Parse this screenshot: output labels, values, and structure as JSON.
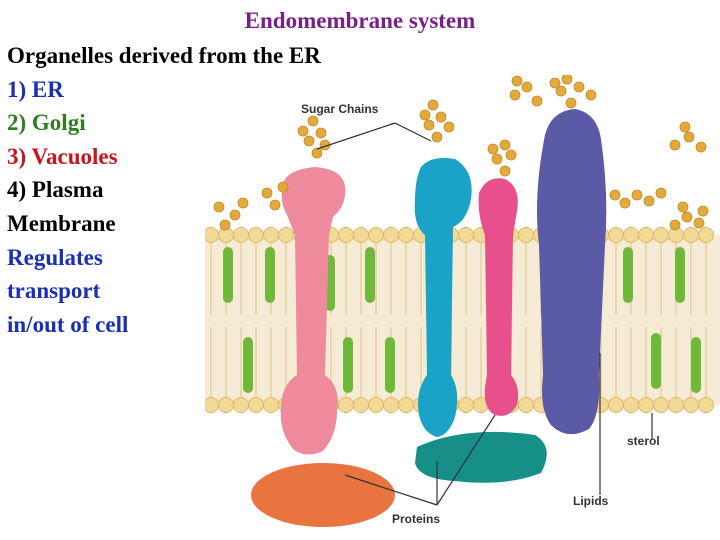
{
  "slide": {
    "title": "Endomembrane system",
    "heading": "Organelles derived from the ER",
    "list": [
      {
        "text": "1) ER",
        "color": "#1a2fb8"
      },
      {
        "text": "2) Golgi",
        "color": "#2e7d1e"
      },
      {
        "text": "3) Vacuoles",
        "color": "#c8141e"
      },
      {
        "text": "4) Plasma",
        "color": "#000000"
      },
      {
        "text": "Membrane",
        "color": "#000000"
      }
    ],
    "function_lines": [
      "Regulates",
      "transport",
      "in/out of cell"
    ],
    "function_color": "#1a2fb8",
    "title_color": "#7a1e8c"
  },
  "diagram": {
    "labels": {
      "sugar_chains": "Sugar Chains",
      "sterol": "sterol",
      "lipids": "Lipids",
      "proteins": "Proteins"
    },
    "colors": {
      "lipid_head": "#f3d996",
      "lipid_tail": "#f7eed8",
      "sterol": "#6fb83a",
      "sugar": "#e2a93c",
      "protein_pink": "#ee8a9b",
      "protein_cyan": "#1aa3c6",
      "protein_magenta": "#e8508c",
      "protein_purple": "#5a5aa6",
      "protein_orange": "#ea7440",
      "protein_teal": "#168f86"
    }
  }
}
